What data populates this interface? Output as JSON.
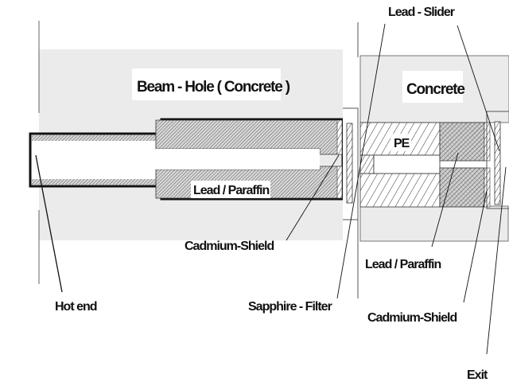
{
  "diagram": {
    "type": "beamline-cross-section",
    "colors": {
      "concrete": "#ebebeb",
      "outline": "#111111",
      "background": "#ffffff",
      "label_bg": "#ffffff"
    },
    "regions": {
      "beam_hole": "Beam - Hole ( Concrete )",
      "concrete": "Concrete",
      "lead_paraffin_left": "Lead / Paraffin",
      "pe": "PE"
    },
    "callouts": {
      "lead_slider": "Lead - Slider",
      "cadmium_shield_left": "Cadmium-Shield",
      "hot_end": "Hot end",
      "sapphire_filter": "Sapphire - Filter",
      "lead_paraffin_right": "Lead / Paraffin",
      "cadmium_shield_right": "Cadmium-Shield",
      "exit": "Exit"
    }
  }
}
